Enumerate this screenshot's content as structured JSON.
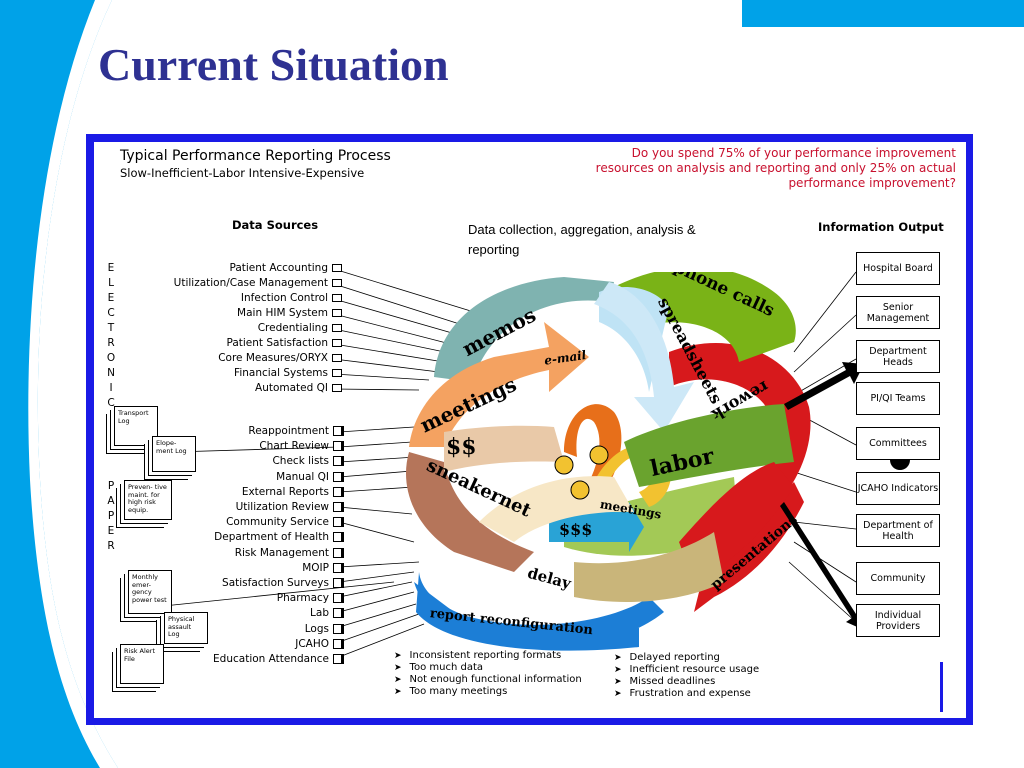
{
  "slide_title": "Current Situation",
  "diagram": {
    "title": "Typical Performance Reporting Process",
    "subtitle": "Slow-Inefficient-Labor Intensive-Expensive",
    "question": "Do you spend 75% of your performance improvement resources on analysis and reporting and only 25% on actual performance improvement?",
    "data_sources_header": "Data Sources",
    "information_output_header": "Information Output",
    "callout": "Data collection, aggregation, analysis & reporting",
    "electronic_letters": [
      "E",
      "L",
      "E",
      "C",
      "T",
      "R",
      "O",
      "N",
      "I",
      "C"
    ],
    "paper_letters": [
      "P",
      "A",
      "P",
      "E",
      "R"
    ],
    "electronic_sources": [
      "Patient Accounting",
      "Utilization/Case Management",
      "Infection Control",
      "Main HIM System",
      "Credentialing",
      "Patient Satisfaction",
      "Core Measures/ORYX",
      "Financial Systems",
      "Automated QI"
    ],
    "paper_sources": [
      "Reappointment",
      "Chart Review",
      "Check lists",
      "Manual QI",
      "External Reports",
      "Utilization Review",
      "Community Service",
      "Department of Health",
      "Risk Management",
      "MOIP",
      "Satisfaction Surveys",
      "Pharmacy",
      "Lab",
      "Logs",
      "JCAHO",
      "Education Attendance"
    ],
    "paper_docs": [
      "Transport Log",
      "Elope- ment Log",
      "Preven- tive maint. for high risk equip.",
      "Monthly emer- gency power test",
      "Physical assault Log",
      "Risk Alert File"
    ],
    "outputs": [
      "Hospital Board",
      "Senior Management",
      "Department Heads",
      "PI/QI Teams",
      "Committees",
      "JCAHO Indicators",
      "Department of Health",
      "Community",
      "Individual Providers"
    ],
    "band_words": {
      "memos": "memos",
      "spreadsheets": "spreadsheets",
      "phone_calls": "phone calls",
      "email": "e-mail",
      "meetings": "meetings",
      "meetings2": "meetings",
      "labor": "labor",
      "dollars1": "$$",
      "dollars2": "$$$",
      "sneakernet": "sneakernet",
      "delay": "delay",
      "presentations": "presentations",
      "report_reconfiguration": "report reconfiguration",
      "rework": "rework"
    },
    "bullets_left": [
      "Inconsistent reporting formats",
      "Too much data",
      "Not enough functional information",
      "Too many meetings"
    ],
    "bullets_right": [
      "Delayed reporting",
      "Inefficient resource usage",
      "Missed deadlines",
      "Frustration and expense"
    ]
  },
  "colors": {
    "title": "#2e3192",
    "accent_blue": "#00a2e8",
    "frame": "#1a1ae6",
    "question": "#c8102e",
    "red_band": "#d7191c",
    "green_band": "#7ab317",
    "blue_band": "#1c7ed6",
    "orange_band": "#f4a261",
    "brown_band": "#b5755a",
    "teal_band": "#7fb3b0"
  }
}
